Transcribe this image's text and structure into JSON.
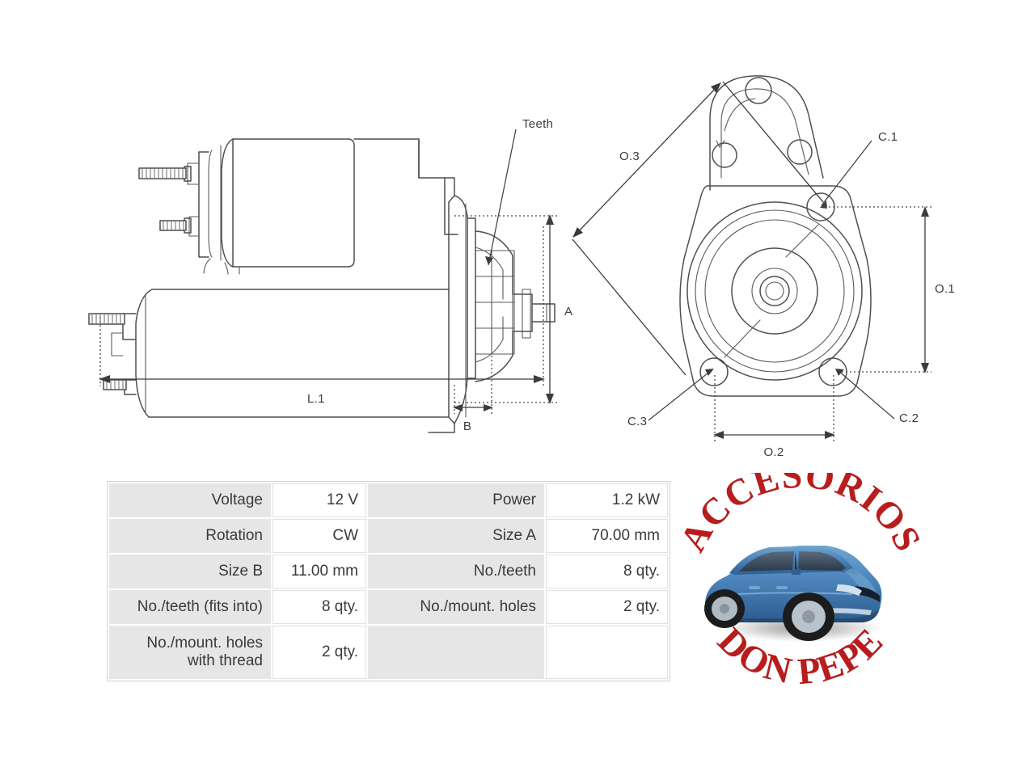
{
  "document": {
    "type": "starter-motor-technical-drawing",
    "background_color": "#ffffff",
    "line_color": "#4f4f4f"
  },
  "drawings": {
    "side_view": {
      "name": "starter-motor-side-view",
      "labels": {
        "teeth": "Teeth",
        "length": "L.1",
        "height": "A",
        "pinion": "B"
      }
    },
    "front_view": {
      "name": "starter-motor-flange-front-view",
      "labels": {
        "diagonal": "O.3",
        "vertical": "O.1",
        "horizontal": "O.2",
        "hole_1": "C.1",
        "hole_2": "C.2",
        "hole_3": "C.3"
      }
    }
  },
  "spec_table": {
    "rows": [
      {
        "label_left": "Voltage",
        "value_left": "12 V",
        "label_right": "Power",
        "value_right": "1.2 kW"
      },
      {
        "label_left": "Rotation",
        "value_left": "CW",
        "label_right": "Size A",
        "value_right": "70.00 mm"
      },
      {
        "label_left": "Size B",
        "value_left": "11.00 mm",
        "label_right": "No./teeth",
        "value_right": "8 qty."
      },
      {
        "label_left": "No./teeth (fits into)",
        "value_left": "8 qty.",
        "label_right": "No./mount. holes",
        "value_right": "2 qty."
      },
      {
        "label_left": "No./mount. holes with thread",
        "value_left": "2 qty.",
        "label_right": "",
        "value_right": ""
      }
    ],
    "label_cell_color": "#e6e6e6",
    "value_cell_color": "#ffffff"
  },
  "logo": {
    "top_text": "ACCESORIOS",
    "bottom_text": "DON PEPE",
    "text_color": "#b81c1c",
    "image": "blue-sedan-car",
    "car_color": "#4a86bd"
  }
}
